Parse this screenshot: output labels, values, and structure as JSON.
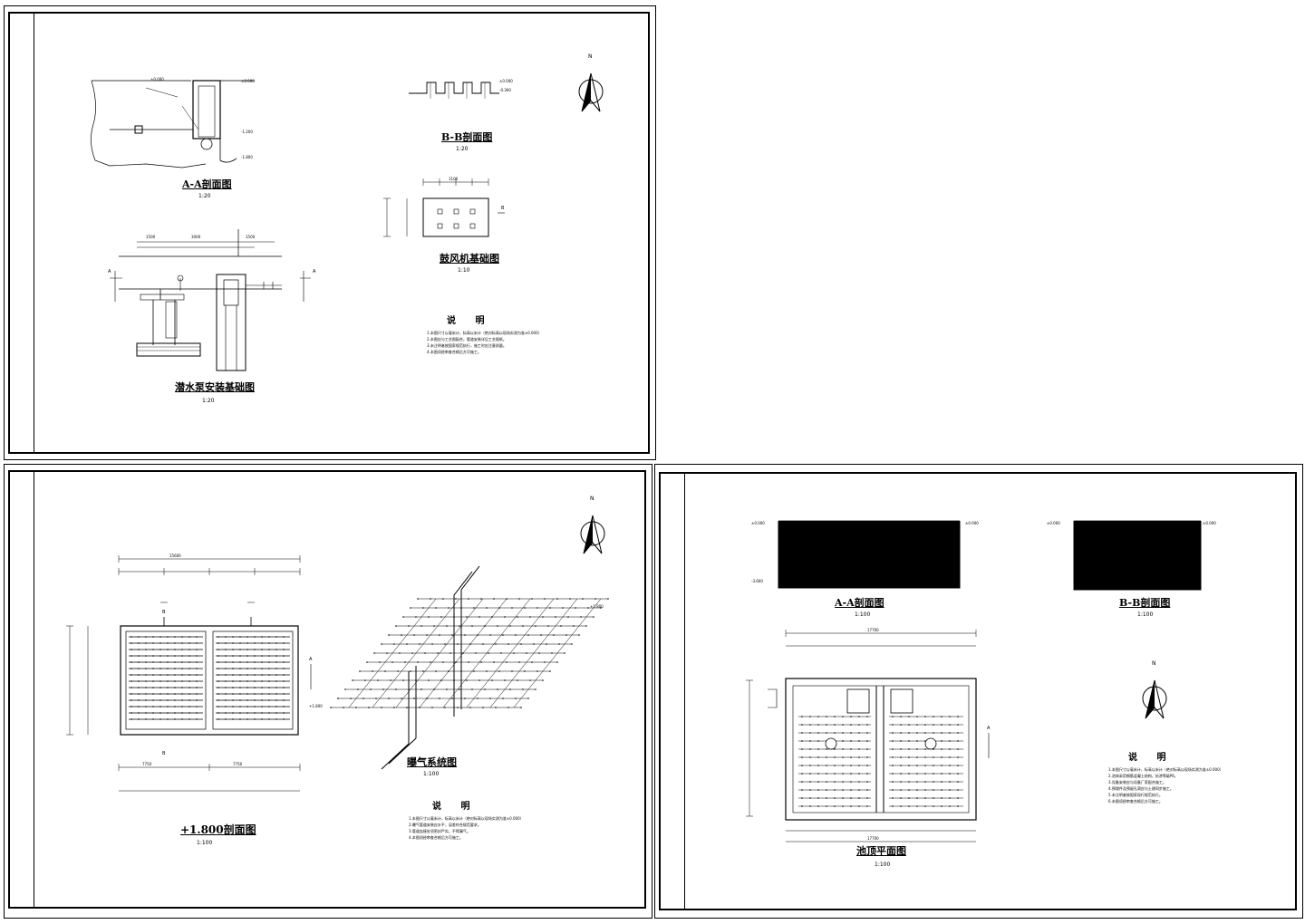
{
  "sheet1": {
    "section_aa": {
      "title": "A-A剖面图",
      "scale": "1:20"
    },
    "section_bb": {
      "title": "B-B剖面图",
      "scale": "1:20"
    },
    "blower_foundation": {
      "title": "鼓风机基础图",
      "scale": "1:10"
    },
    "pump_foundation": {
      "title": "潜水泵安装基础图",
      "scale": "1:20"
    },
    "notes": {
      "title": "说 明",
      "lines": [
        "1.本图尺寸以毫米计，标高以米计（绝对标高以现场实测为准±0.000）",
        "2.本图应与工艺图配合，管道安装详见工艺图纸。",
        "3.未注明者按国家规范执行，施工时应注意质量。",
        "4.本图须经审查合格后方可施工。"
      ]
    }
  },
  "sheet2": {
    "plan_section": {
      "title": "+1.800剖面图",
      "scale": "1:100"
    },
    "aeration": {
      "title": "曝气系统图",
      "scale": "1:100"
    },
    "notes": {
      "title": "说 明",
      "lines": [
        "1.本图尺寸以毫米计，标高以米计（绝对标高以现场实测为准±0.000）",
        "2.曝气管道安装应水平，误差符合规范要求。",
        "3.管道连接处须密封严实，不得漏气。",
        "4.本图须经审查合格后方可施工。"
      ]
    }
  },
  "sheet3": {
    "section_aa": {
      "title": "A-A剖面图",
      "scale": "1:100"
    },
    "section_bb": {
      "title": "B-B剖面图",
      "scale": "1:100"
    },
    "roof_plan": {
      "title": "池顶平面图",
      "scale": "1:100"
    },
    "notes": {
      "title": "说 明",
      "lines": [
        "1.本图尺寸以毫米计，标高以米计（绝对标高以现场实测为准±0.000）",
        "2.池体采用钢筋混凝土结构，抗渗等级P6。",
        "3.设备安装应与设备厂家配合施工。",
        "4.预埋件及预留孔洞应与土建同步施工。",
        "5.未注明者按国家现行规范执行。",
        "6.本图须经审查合格后方可施工。"
      ]
    }
  },
  "north_label": "N"
}
